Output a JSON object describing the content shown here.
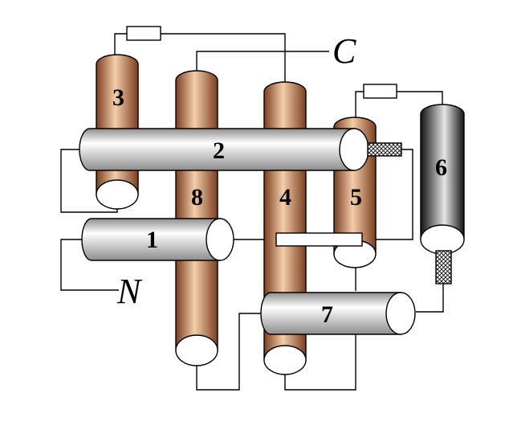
{
  "labels": {
    "column_1": "1",
    "column_2": "2",
    "column_3": "3",
    "column_4": "4",
    "column_5": "5",
    "column_6": "6",
    "column_7": "7",
    "column_8": "8",
    "input_c": "C",
    "input_n": "N"
  },
  "colors": {
    "copper": "#8a4a26",
    "copper_highlight": "#f4cdaa",
    "steel": "#9a9a9a",
    "steel_highlight": "#ffffff",
    "dark_steel": "#1a1a1a",
    "line": "#000000"
  }
}
